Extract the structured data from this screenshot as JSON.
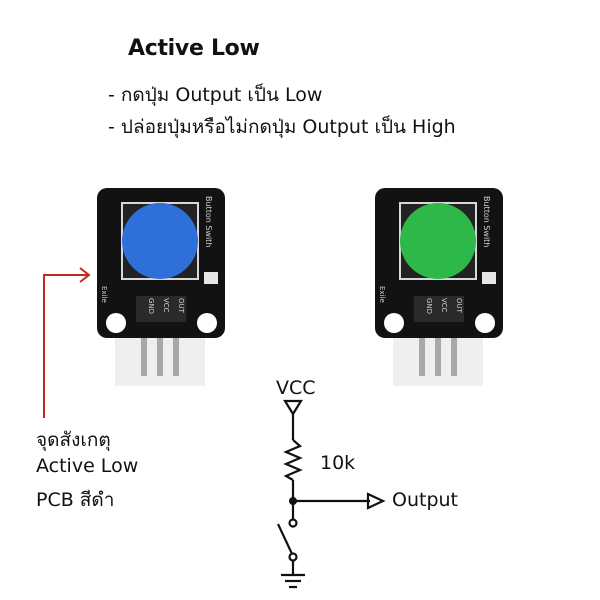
{
  "header": {
    "title": "Active Low",
    "bullets": [
      "- กดปุ่ม Output เป็น Low",
      "- ปล่อยปุ่มหรือไม่กดปุ่ม Output เป็น High"
    ]
  },
  "modules": [
    {
      "cap_color": "#2f6fd9",
      "side_text": "Button Swith",
      "pins": [
        "GND",
        "VCC",
        "OUT"
      ],
      "marking": "Exile"
    },
    {
      "cap_color": "#2fb84a",
      "side_text": "Button Swith",
      "pins": [
        "GND",
        "VCC",
        "OUT"
      ],
      "marking": "Exile"
    }
  ],
  "annotation": {
    "arrow_color": "#c62828",
    "lines": [
      "จุดสังเกตุ",
      "Active Low",
      "PCB สีดำ"
    ]
  },
  "circuit": {
    "vcc_label": "VCC",
    "resistor_label": "10k",
    "output_label": "Output"
  }
}
